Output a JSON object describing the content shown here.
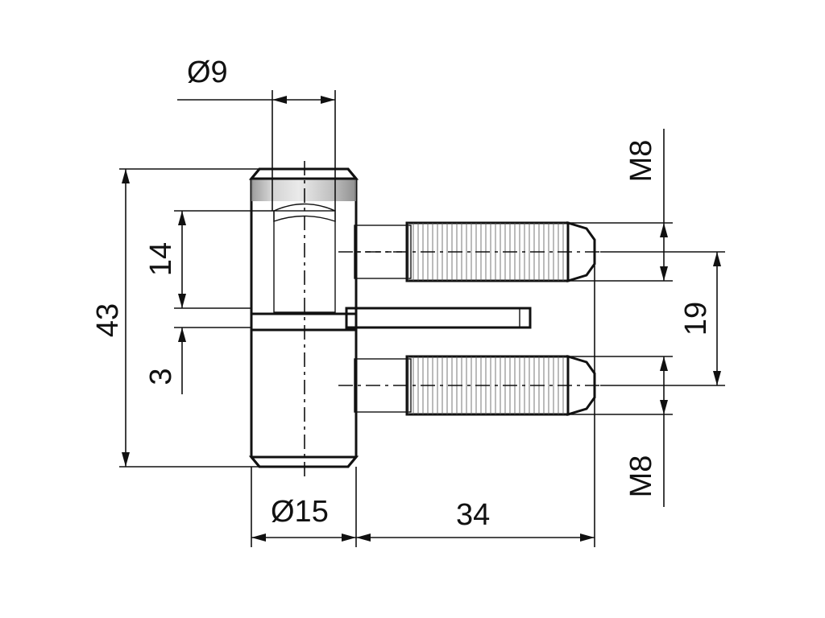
{
  "dimensions": {
    "diameter_top": "Ø9",
    "diameter_bottom": "Ø15",
    "height_total": "43",
    "height_upper": "14",
    "gap": "3",
    "pitch": "19",
    "length": "34",
    "thread_top": "M8",
    "thread_bottom": "M8"
  }
}
